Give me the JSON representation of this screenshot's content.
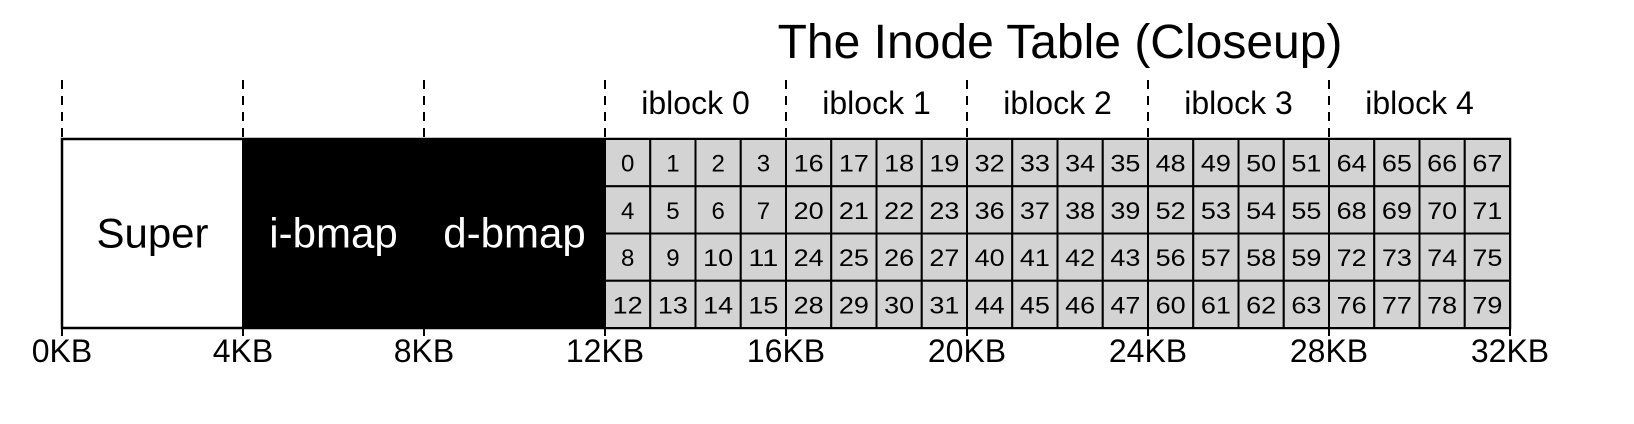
{
  "title": "The Inode Table (Closeup)",
  "regions": [
    {
      "label": "Super",
      "fill": "#ffffff",
      "text_color": "#000000"
    },
    {
      "label": "i-bmap",
      "fill": "#000000",
      "text_color": "#ffffff"
    },
    {
      "label": "d-bmap",
      "fill": "#000000",
      "text_color": "#ffffff"
    }
  ],
  "iblocks": [
    "iblock 0",
    "iblock 1",
    "iblock 2",
    "iblock 3",
    "iblock 4"
  ],
  "inode_cell_fill": "#d3d3d3",
  "inodes_per_row": 4,
  "rows_per_iblock": 4,
  "axis_labels": [
    "0KB",
    "4KB",
    "8KB",
    "12KB",
    "16KB",
    "20KB",
    "24KB",
    "28KB",
    "32KB"
  ]
}
